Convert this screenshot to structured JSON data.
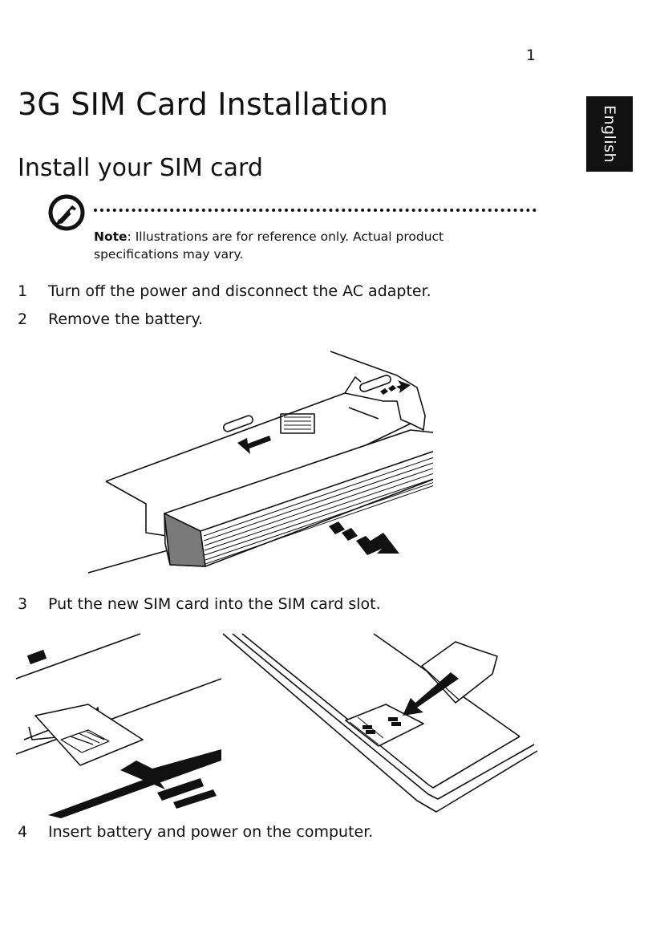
{
  "page": {
    "number": "1",
    "language_tab": "English"
  },
  "heading": {
    "title": "3G SIM Card Installation",
    "subtitle": "Install your SIM card"
  },
  "note": {
    "label": "Note",
    "text": ": Illustrations are for reference only. Actual product specifications may vary.",
    "icon": "note-pen-icon"
  },
  "steps": [
    {
      "num": "1",
      "text": "Turn off the power and disconnect the AC adapter."
    },
    {
      "num": "2",
      "text": "Remove the battery."
    },
    {
      "num": "3",
      "text": "Put the new SIM card into the SIM card slot."
    },
    {
      "num": "4",
      "text": "Insert battery and power on the computer."
    }
  ],
  "figures": [
    {
      "name": "battery-removal-illustration"
    },
    {
      "name": "sim-insert-closeup-illustration"
    },
    {
      "name": "sim-slot-overview-illustration"
    }
  ],
  "colors": {
    "ink": "#111111",
    "paper": "#ffffff",
    "tab_bg": "#111111",
    "battery_end": "#7a7a7a"
  }
}
